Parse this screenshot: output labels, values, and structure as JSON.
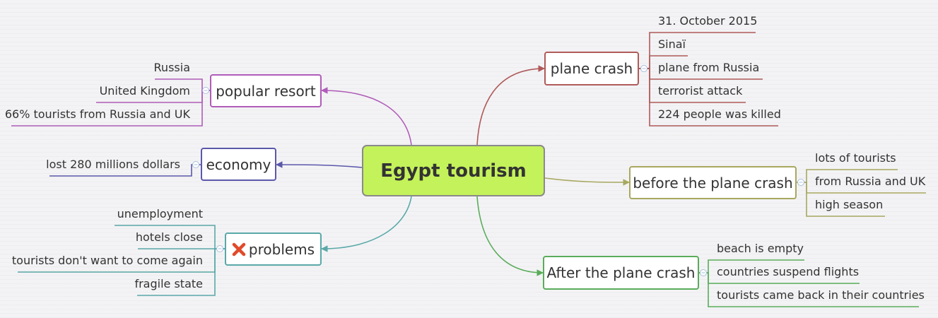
{
  "central": {
    "label": "Egypt tourism"
  },
  "topics": {
    "popular_resort": {
      "label": "popular resort",
      "color": "#b05cb8",
      "children": [
        "Russia",
        "United Kingdom",
        "66% tourists from Russia and UK"
      ]
    },
    "economy": {
      "label": "economy",
      "color": "#5b58aa",
      "children": [
        "lost 280 millions dollars"
      ]
    },
    "problems": {
      "label": "problems",
      "color": "#5aa8a8",
      "icon": "red-x-icon",
      "children": [
        "unemployment",
        "hotels close",
        "tourists don't want to come again",
        "fragile state"
      ]
    },
    "plane_crash": {
      "label": "plane crash",
      "color": "#b05a5a",
      "children": [
        "31. October 2015",
        "Sinaï",
        "plane from Russia",
        "terrorist attack",
        "224 people was killed"
      ]
    },
    "before_crash": {
      "label": "before the plane crash",
      "color": "#a8a860",
      "children": [
        "lots of tourists",
        "from Russia and UK",
        "high season"
      ]
    },
    "after_crash": {
      "label": "After the plane crash",
      "color": "#5aac5a",
      "children": [
        "beach is empty",
        "countries suspend flights",
        "tourists came back in their countries"
      ]
    }
  },
  "colors": {
    "central_fill": "#c4f25a",
    "background": "#f3f3f5",
    "collapse_marker": "#a9bfdc",
    "x_icon": "#e04a2a"
  }
}
